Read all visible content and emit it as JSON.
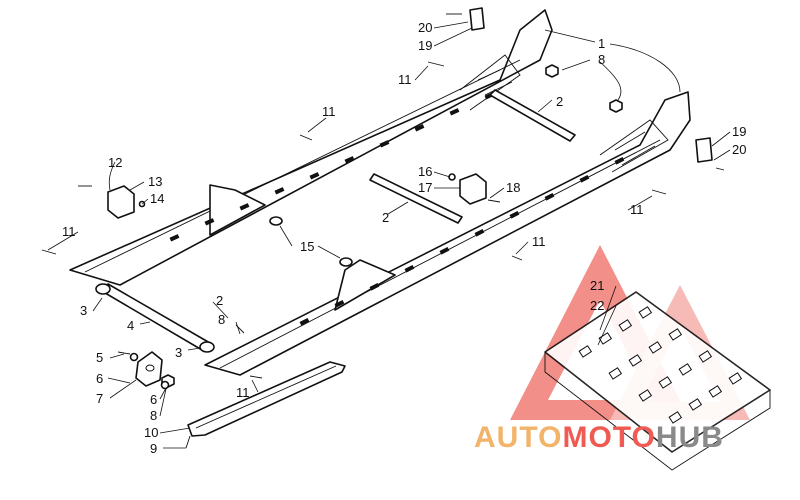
{
  "callouts": {
    "c1": "1",
    "c2a": "2",
    "c2b": "2",
    "c2c": "2",
    "c3a": "3",
    "c3b": "3",
    "c4": "4",
    "c5": "5",
    "c6a": "6",
    "c6b": "6",
    "c7": "7",
    "c8a": "8",
    "c8b": "8",
    "c8c": "8",
    "c9": "9",
    "c10": "10",
    "c11a": "11",
    "c11b": "11",
    "c11c": "11",
    "c11d": "11",
    "c11e": "11",
    "c11f": "11",
    "c12": "12",
    "c13": "13",
    "c14": "14",
    "c15": "15",
    "c16": "16",
    "c17": "17",
    "c18": "18",
    "c19a": "19",
    "c19b": "19",
    "c20a": "20",
    "c20b": "20",
    "c21": "21",
    "c22": "22"
  },
  "watermark": {
    "auto": "AUTO",
    "moto": "MOTO",
    "hub": "HUB",
    "color_auto": "#f2b36a",
    "color_moto": "#ef5a52",
    "color_hub": "#8a8a8a",
    "triangle_color": "#f06a62"
  }
}
